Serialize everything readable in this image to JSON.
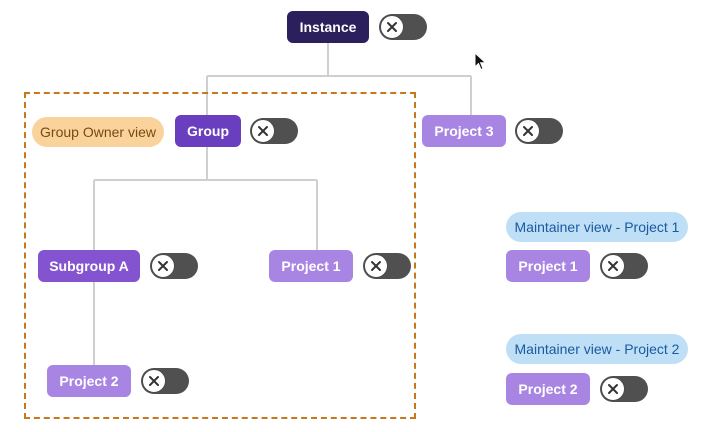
{
  "nodes": {
    "instance": "Instance",
    "group": "Group",
    "subgroup_a": "Subgroup A",
    "project1": "Project 1",
    "project2": "Project 2",
    "project3": "Project 3",
    "maint_project1": "Project 1",
    "maint_project2": "Project 2"
  },
  "views": {
    "group_owner": "Group Owner view",
    "maintainer_project1": "Maintainer view - Project 1",
    "maintainer_project2": "Maintainer view - Project 2"
  },
  "toggles": {
    "state": "off",
    "icon": "close-icon"
  },
  "colors": {
    "instance": "#2b1f5c",
    "group": "#6a3fbf",
    "subgroup": "#8453d0",
    "project": "#a985e3",
    "toggle_track": "#505050",
    "scope_border": "#c8781a",
    "owner_pill": "#f9d39b",
    "maintainer_pill": "#bfdff7"
  }
}
